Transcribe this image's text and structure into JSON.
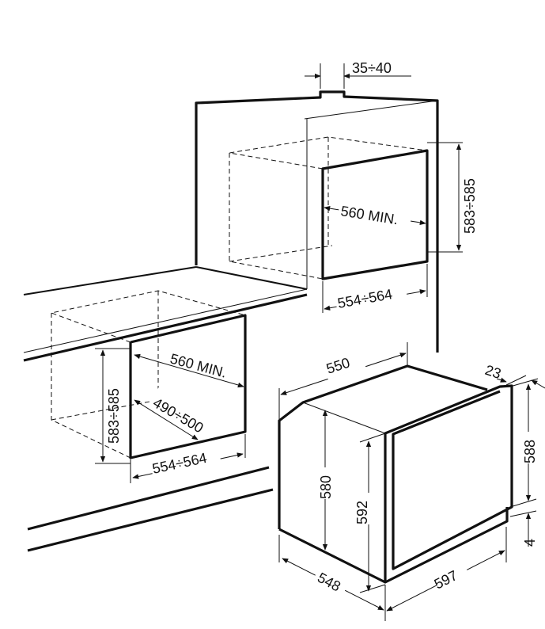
{
  "title": "Built-in oven installation dimensions",
  "labels": {
    "gap_top": "35÷40",
    "tall_height": "583÷585",
    "tall_depth_min": "560 MIN.",
    "tall_width": "554÷564",
    "under_height": "583÷585",
    "under_depth_min": "560 MIN.",
    "under_depth": "490÷500",
    "under_width": "554÷564",
    "oven_depth_top": "550",
    "oven_panel": "23",
    "oven_door_height": "588",
    "oven_door_gap": "4",
    "oven_body_height": "580",
    "oven_front_height": "592",
    "oven_depth_bottom": "548",
    "oven_width": "597"
  }
}
